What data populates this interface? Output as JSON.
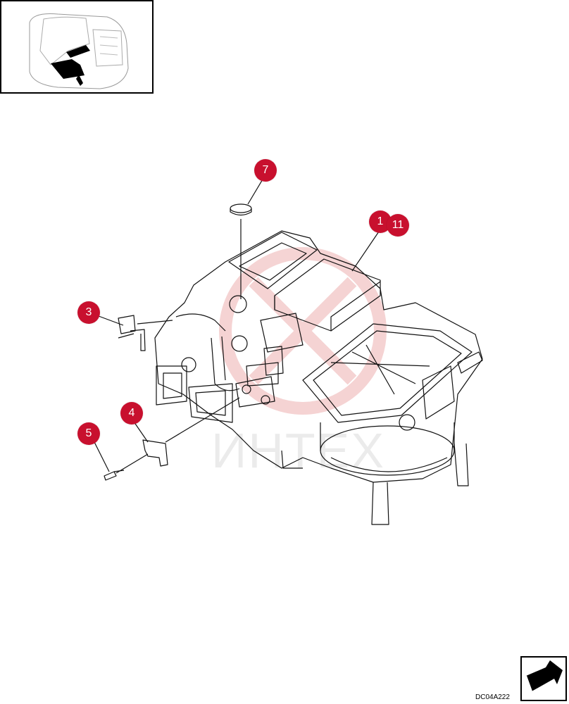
{
  "colors": {
    "callout": "#c8102e",
    "line": "#111111",
    "watermark": "#f2c6c6"
  },
  "callouts": [
    {
      "id": "c7",
      "label": "7"
    },
    {
      "id": "c1",
      "label": "1"
    },
    {
      "id": "c11",
      "label": "11"
    },
    {
      "id": "c3",
      "label": "3"
    },
    {
      "id": "c4",
      "label": "4"
    },
    {
      "id": "c5",
      "label": "5"
    }
  ],
  "drawing_code": "DC04A222",
  "watermark_text": "ИНТЕХ",
  "icons": {
    "inset": "machine-location-icon",
    "nav": "next-page-arrow-icon"
  }
}
